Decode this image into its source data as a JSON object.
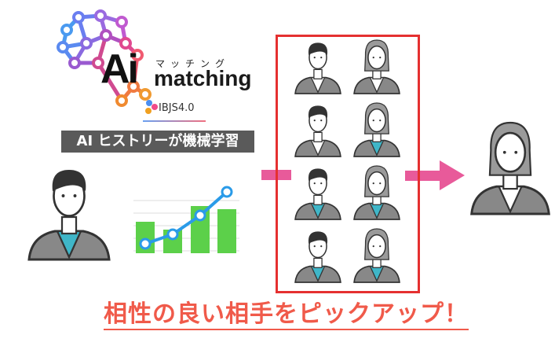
{
  "logo": {
    "ai": "Ai",
    "kana": "マッチング",
    "word": "matching",
    "sub_brand": "IBJS4.0"
  },
  "tagline": "AI ヒストリーが機械学習",
  "headline": "相性の良い相手をピックアップ！",
  "colors": {
    "frame": "#e53030",
    "arrow": "#e85a9a",
    "headline": "#f05a4a",
    "bars": "#5cd04a",
    "line": "#2a9be8",
    "shirt": "#3fb6c8"
  },
  "illustration_chart": {
    "bars": [
      2.0,
      1.5,
      3.0,
      2.8
    ],
    "line": [
      0.6,
      1.2,
      2.4,
      3.9
    ]
  }
}
